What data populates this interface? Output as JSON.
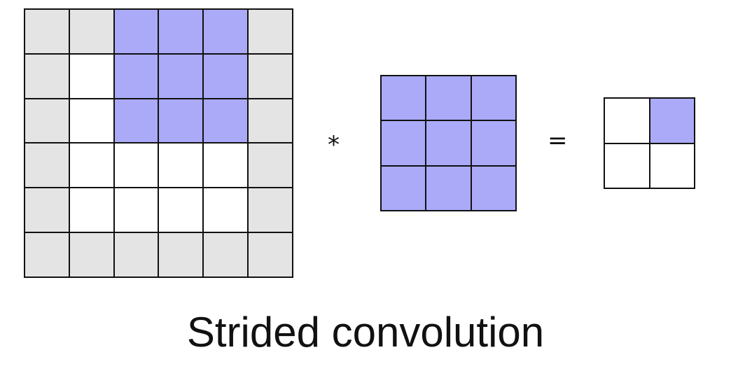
{
  "colors": {
    "padding": "#e4e4e4",
    "empty": "#ffffff",
    "active": "#aaaaf9",
    "border": "#111111"
  },
  "input": {
    "rows": 6,
    "cols": 6,
    "cells": [
      [
        "padding",
        "padding",
        "active",
        "active",
        "active",
        "padding"
      ],
      [
        "padding",
        "empty",
        "active",
        "active",
        "active",
        "padding"
      ],
      [
        "padding",
        "empty",
        "active",
        "active",
        "active",
        "padding"
      ],
      [
        "padding",
        "empty",
        "empty",
        "empty",
        "empty",
        "padding"
      ],
      [
        "padding",
        "empty",
        "empty",
        "empty",
        "empty",
        "padding"
      ],
      [
        "padding",
        "padding",
        "padding",
        "padding",
        "padding",
        "padding"
      ]
    ]
  },
  "kernel": {
    "rows": 3,
    "cols": 3,
    "cells": [
      [
        "active",
        "active",
        "active"
      ],
      [
        "active",
        "active",
        "active"
      ],
      [
        "active",
        "active",
        "active"
      ]
    ]
  },
  "output": {
    "rows": 2,
    "cols": 2,
    "cells": [
      [
        "empty",
        "active"
      ],
      [
        "empty",
        "empty"
      ]
    ]
  },
  "operators": {
    "convolve": "*",
    "equals": "="
  },
  "caption": "Strided convolution"
}
